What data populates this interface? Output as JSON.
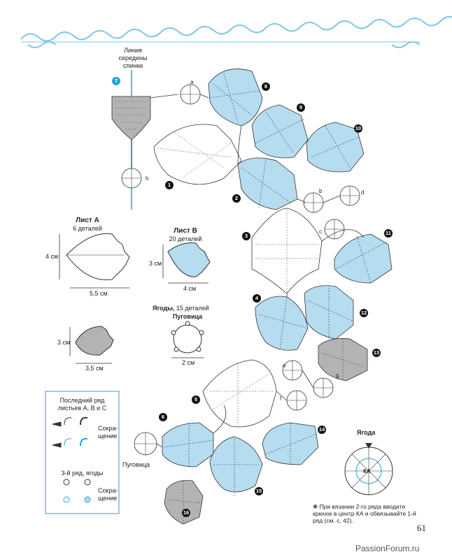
{
  "header": {
    "ornament": "decorative-border"
  },
  "labels": {
    "midline": "Линия\nсередины\nспинки",
    "leaf_a_title": "Лист А",
    "leaf_a_count": "6 деталей",
    "leaf_b_title": "Лист В",
    "leaf_b_count": "20 деталей",
    "berries_title": "Ягоды,",
    "berries_count": "15 деталей",
    "button_title": "Пуговица",
    "dim_4cm_a": "4 см",
    "dim_55cm": "5,5 см",
    "dim_3cm_b": "3 см",
    "dim_4cm_b": "4 см",
    "dim_3cm_c": "3 см",
    "dim_35cm": "3,5 см",
    "dim_2cm": "2 см",
    "button_label": "Пуговица",
    "berry_label": "Ягода",
    "ka": "КА"
  },
  "legend": {
    "title1": "Последний ряд\nлистьев А, В и С",
    "abbr1": "Сокра-\nщение",
    "title2": "3-й ряд, ягоды",
    "abbr2": "Сокра-\nщение"
  },
  "note": "При вязании 2-го ряда вводите крючок в центр КА и обвязывайте 1-й ряд (см. с. 42).",
  "page_number": "61",
  "watermark": "PassionForum.ru",
  "letters": [
    "a",
    "b",
    "c",
    "d",
    "e",
    "f",
    "g",
    "h"
  ],
  "numbers": [
    "1",
    "2",
    "3",
    "4",
    "5",
    "6",
    "7",
    "8",
    "9",
    "10",
    "11",
    "12",
    "13",
    "14",
    "15",
    "16"
  ],
  "colors": {
    "blue": "#b5dcef",
    "gray": "#b3b3b3",
    "accent": "#29a3d6",
    "border": "#7fc6e8"
  }
}
